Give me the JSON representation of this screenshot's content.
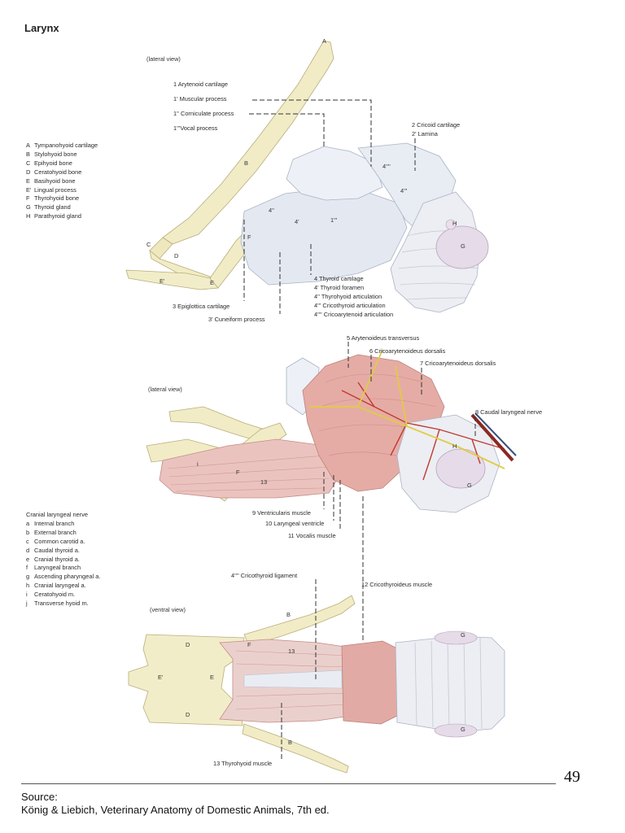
{
  "page": {
    "title": "Larynx",
    "page_number": "49",
    "source_label": "Source:",
    "source_text": "König & Liebich, Veterinary Anatomy of Domestic Animals, 7th ed."
  },
  "figure1": {
    "view": "(lateral view)",
    "labels": {
      "l1": "1   Arytenoid cartilage",
      "l1a": "1'  Muscular process",
      "l1b": "1''  Corniculate process",
      "l1c": "1'''Vocal process",
      "l2": "2   Cricoid cartilage",
      "l2a": "2'  Lamina",
      "l3": "3   Epiglottica cartilage",
      "l3a": "3'  Cuneiform process",
      "l4": "4   Thyroid cartilage",
      "l4a": "4'     Thyroid foramen",
      "l4b": "4''    Thyrohyoid articulation",
      "l4c": "4'''   Cricothyroid articulation",
      "l4d": "4''''  Cricoarytenoid articulation"
    },
    "legend": [
      {
        "key": "A",
        "text": "Tympanohyoid cartilage"
      },
      {
        "key": "B",
        "text": "Stylohyoid bone"
      },
      {
        "key": "C",
        "text": "Epihyoid bone"
      },
      {
        "key": "D",
        "text": "Ceratohyoid bone"
      },
      {
        "key": "E",
        "text": "Basihyoid bone"
      },
      {
        "key": "E'",
        "text": "Lingual process"
      },
      {
        "key": "F",
        "text": "Thyrohyoid bone"
      },
      {
        "key": "G",
        "text": "Thyroid gland"
      },
      {
        "key": "H",
        "text": "Parathyroid gland"
      }
    ],
    "letters": {
      "A": "A",
      "B": "B",
      "C": "C",
      "D": "D",
      "E": "E",
      "Ep": "E'",
      "F": "F",
      "G": "G",
      "H": "H",
      "n4p": "4'",
      "n4pp": "4''",
      "n1ppp": "1'''",
      "n4ppp": "4'''",
      "n4pppp": "4''''"
    }
  },
  "figure2": {
    "view": "(lateral view)",
    "labels": {
      "l5": "5   Arytenoideus transversus",
      "l6": "6   Cricoarytenoideus dorsalis",
      "l7": "7   Cricoarytenoideus dorsalis",
      "l8": "8   Caudal laryngeal nerve",
      "l9": "9  Ventricularis muscle",
      "l10": "10  Laryngeal ventricle",
      "l11": "11  Vocalis muscle"
    },
    "legend_title": "Cranial laryngeal nerve",
    "legend": [
      {
        "key": "a",
        "text": "Internal branch"
      },
      {
        "key": "b",
        "text": "External branch"
      },
      {
        "key": "c",
        "text": "Common carotid a."
      },
      {
        "key": "d",
        "text": "Caudal thyroid a."
      },
      {
        "key": "e",
        "text": "Cranial thyroid a."
      },
      {
        "key": "f",
        "text": "Laryngeal branch"
      },
      {
        "key": "g",
        "text": "Ascending pharyngeal a."
      },
      {
        "key": "h",
        "text": "Cranial laryngeal a."
      },
      {
        "key": "i",
        "text": "Ceratohyoid m."
      },
      {
        "key": "j",
        "text": "Transverse hyoid m."
      }
    ],
    "letters": {
      "F": "F",
      "G": "G",
      "H": "H",
      "i": "i",
      "n13": "13"
    }
  },
  "figure3": {
    "view": "(ventral view)",
    "labels": {
      "l4r": "4'''' Cricothyroid ligament",
      "l12": "12 Cricothyroideus muscle",
      "l13": "13 Thyrohyoid muscle"
    },
    "letters": {
      "B1": "B",
      "B2": "B",
      "D1": "D",
      "D2": "D",
      "E": "E",
      "Ep": "E'",
      "F": "F",
      "G1": "G",
      "G2": "G",
      "n13": "13"
    }
  }
}
